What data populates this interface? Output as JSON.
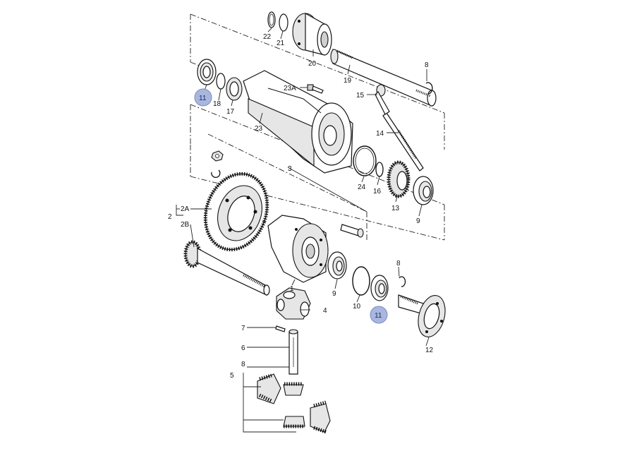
{
  "highlight_color": "#a9b6dd",
  "callouts": {
    "c1": "1",
    "c2": "2",
    "c2a": "2A",
    "c2b": "2B",
    "c3": "3",
    "c4": "4",
    "c5": "5",
    "c6": "6",
    "c7": "7",
    "c8a": "8",
    "c8b": "8",
    "c8c": "8",
    "c9a": "9",
    "c9b": "9",
    "c10": "10",
    "c11a": "11",
    "c11b": "11",
    "c12": "12",
    "c13": "13",
    "c14": "14",
    "c15": "15",
    "c16": "16",
    "c17": "17",
    "c18": "18",
    "c19": "19",
    "c20": "20",
    "c21": "21",
    "c22": "22",
    "c23": "23",
    "c23a": "23A",
    "c24": "24"
  }
}
